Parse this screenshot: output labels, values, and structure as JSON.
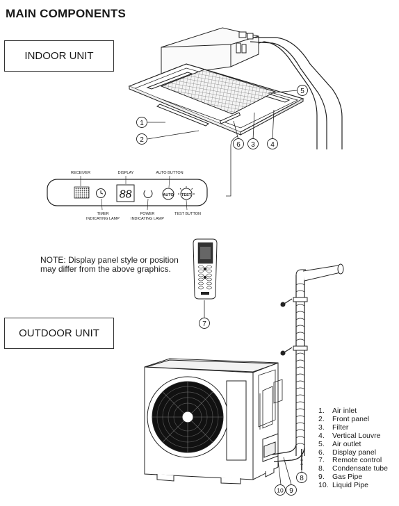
{
  "title": "MAIN COMPONENTS",
  "indoor_label": "INDOOR UNIT",
  "outdoor_label": "OUTDOOR UNIT",
  "note_line1": "NOTE: Display panel style or position",
  "note_line2": "may differ from the above graphics.",
  "panel": {
    "receiver": "RECEIVER",
    "display": "DISPLAY",
    "display_value": "88",
    "auto_button": "AUTO BUTTON",
    "auto_symbol": "AUTO",
    "timer_line1": "TIMER",
    "timer_line2": "INDICATING LAMP",
    "power_line1": "POWER",
    "power_line2": "INDICATING LAMP",
    "test_button": "TEST BUTTON",
    "test_symbol": "TEST"
  },
  "callouts": [
    "1",
    "2",
    "3",
    "4",
    "5",
    "6",
    "7",
    "8",
    "9",
    "10"
  ],
  "legend": [
    {
      "num": "1.",
      "text": "Air inlet"
    },
    {
      "num": "2.",
      "text": "Front panel"
    },
    {
      "num": "3.",
      "text": "Filter"
    },
    {
      "num": "4.",
      "text": "Vertical Louvre"
    },
    {
      "num": "5.",
      "text": "Air outlet"
    },
    {
      "num": "6.",
      "text": "Display panel"
    },
    {
      "num": "7.",
      "text": "Remote control"
    },
    {
      "num": "8.",
      "text": "Condensate tube"
    },
    {
      "num": "9.",
      "text": "Gas Pipe"
    },
    {
      "num": "10.",
      "text": "Liquid Pipe"
    }
  ]
}
